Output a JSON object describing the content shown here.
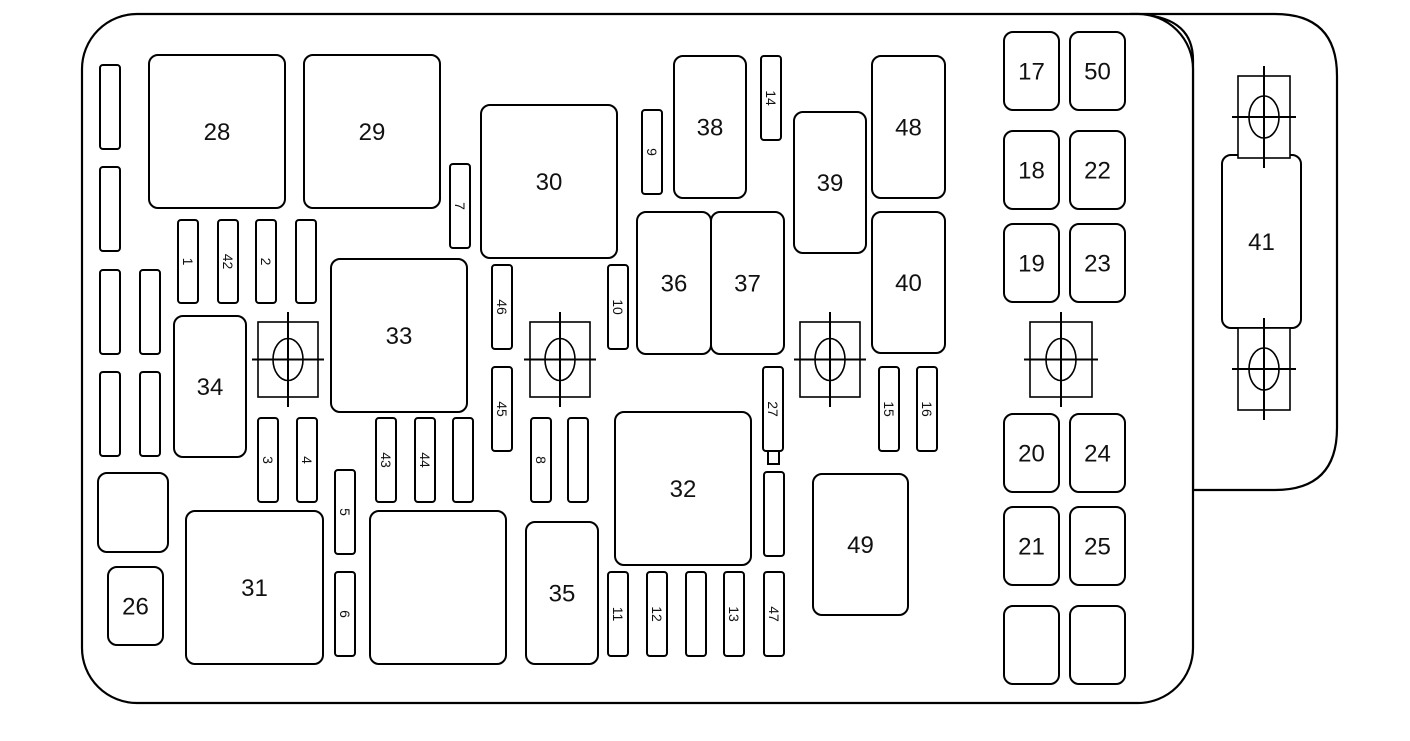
{
  "components": [
    {
      "label": "28"
    },
    {
      "label": "29"
    },
    {
      "label": "30"
    },
    {
      "label": "38"
    },
    {
      "label": "48"
    },
    {
      "label": "39"
    },
    {
      "label": "40"
    },
    {
      "label": "36"
    },
    {
      "label": "37"
    },
    {
      "label": "33"
    },
    {
      "label": "34"
    },
    {
      "label": "32"
    },
    {
      "label": "49"
    },
    {
      "label": "31"
    },
    {
      "label": "35"
    },
    {
      "label": "26"
    },
    {
      "label": "17"
    },
    {
      "label": "50"
    },
    {
      "label": "18"
    },
    {
      "label": "22"
    },
    {
      "label": "19"
    },
    {
      "label": "23"
    },
    {
      "label": "20"
    },
    {
      "label": "24"
    },
    {
      "label": "21"
    },
    {
      "label": "25"
    },
    {
      "label": "41"
    },
    {
      "label": ""
    },
    {
      "label": ""
    },
    {
      "label": ""
    },
    {
      "label": ""
    }
  ],
  "fuses": [
    {
      "label": "1"
    },
    {
      "label": "42"
    },
    {
      "label": "2"
    },
    {
      "label": ""
    },
    {
      "label": "7"
    },
    {
      "label": "9"
    },
    {
      "label": "14"
    },
    {
      "label": "46"
    },
    {
      "label": "10"
    },
    {
      "label": "45"
    },
    {
      "label": "27"
    },
    {
      "label": "15"
    },
    {
      "label": "16"
    },
    {
      "label": "3"
    },
    {
      "label": "4"
    },
    {
      "label": "43"
    },
    {
      "label": "44"
    },
    {
      "label": ""
    },
    {
      "label": "8"
    },
    {
      "label": ""
    },
    {
      "label": "5"
    },
    {
      "label": "6"
    },
    {
      "label": "11"
    },
    {
      "label": "12"
    },
    {
      "label": ""
    },
    {
      "label": "13"
    },
    {
      "label": "47"
    },
    {
      "label": ""
    },
    {
      "label": ""
    },
    {
      "label": ""
    },
    {
      "label": ""
    },
    {
      "label": ""
    },
    {
      "label": ""
    },
    {
      "label": ""
    }
  ]
}
